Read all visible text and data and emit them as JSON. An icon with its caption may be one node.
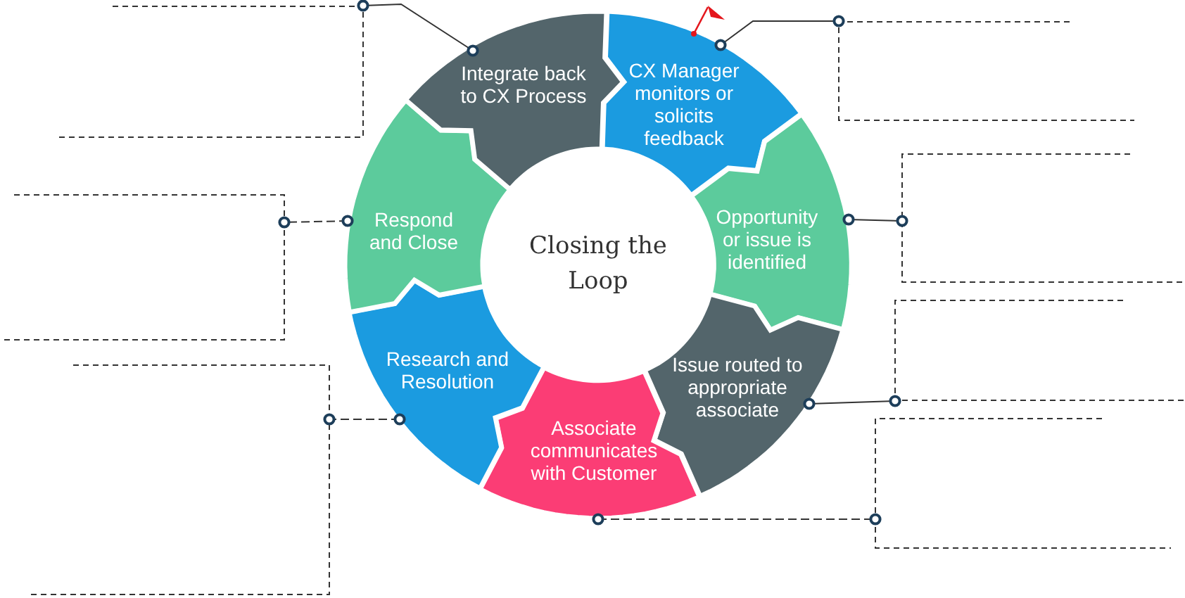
{
  "diagram": {
    "nodes": [
      {
        "text": [
          "Closing the Loop"
        ]
      },
      {
        "text": [
          "CX Manager monitors or solicits feedback"
        ]
      },
      {
        "text": [
          "Opportunity or issue is identified"
        ]
      },
      {
        "text": [
          "Issue routed to appropriate associate"
        ]
      },
      {
        "text": [
          "Associate communicates with Customer"
        ]
      },
      {
        "text": [
          "Research and Resolution"
        ]
      },
      {
        "text": [
          "Respond and Close"
        ]
      },
      {
        "text": [
          "Integrate back to CX Process"
        ]
      },
      {
        "text": [],
        "shape": "bracket"
      },
      {
        "text": [],
        "shape": "bracket"
      },
      {
        "text": [],
        "shape": "bracket"
      },
      {
        "text": [],
        "shape": "bracket"
      },
      {
        "text": [],
        "shape": "bracket"
      },
      {
        "text": [],
        "shape": "bracket"
      },
      {
        "text": [],
        "shape": "bracket"
      }
    ],
    "edges": [
      {
        "from": 1,
        "to": 8,
        "arrow": "other"
      },
      {
        "from": 2,
        "to": 9,
        "arrow": "other"
      },
      {
        "from": 3,
        "to": 10,
        "arrow": "other"
      },
      {
        "from": 4,
        "to": 11,
        "arrow": "other",
        "style": "dashed"
      },
      {
        "from": 5,
        "to": 12,
        "arrow": "other",
        "style": "dashed"
      },
      {
        "from": 6,
        "to": 13,
        "arrow": "other",
        "style": "dashed"
      },
      {
        "from": 7,
        "to": 14,
        "arrow": "other"
      }
    ]
  }
}
